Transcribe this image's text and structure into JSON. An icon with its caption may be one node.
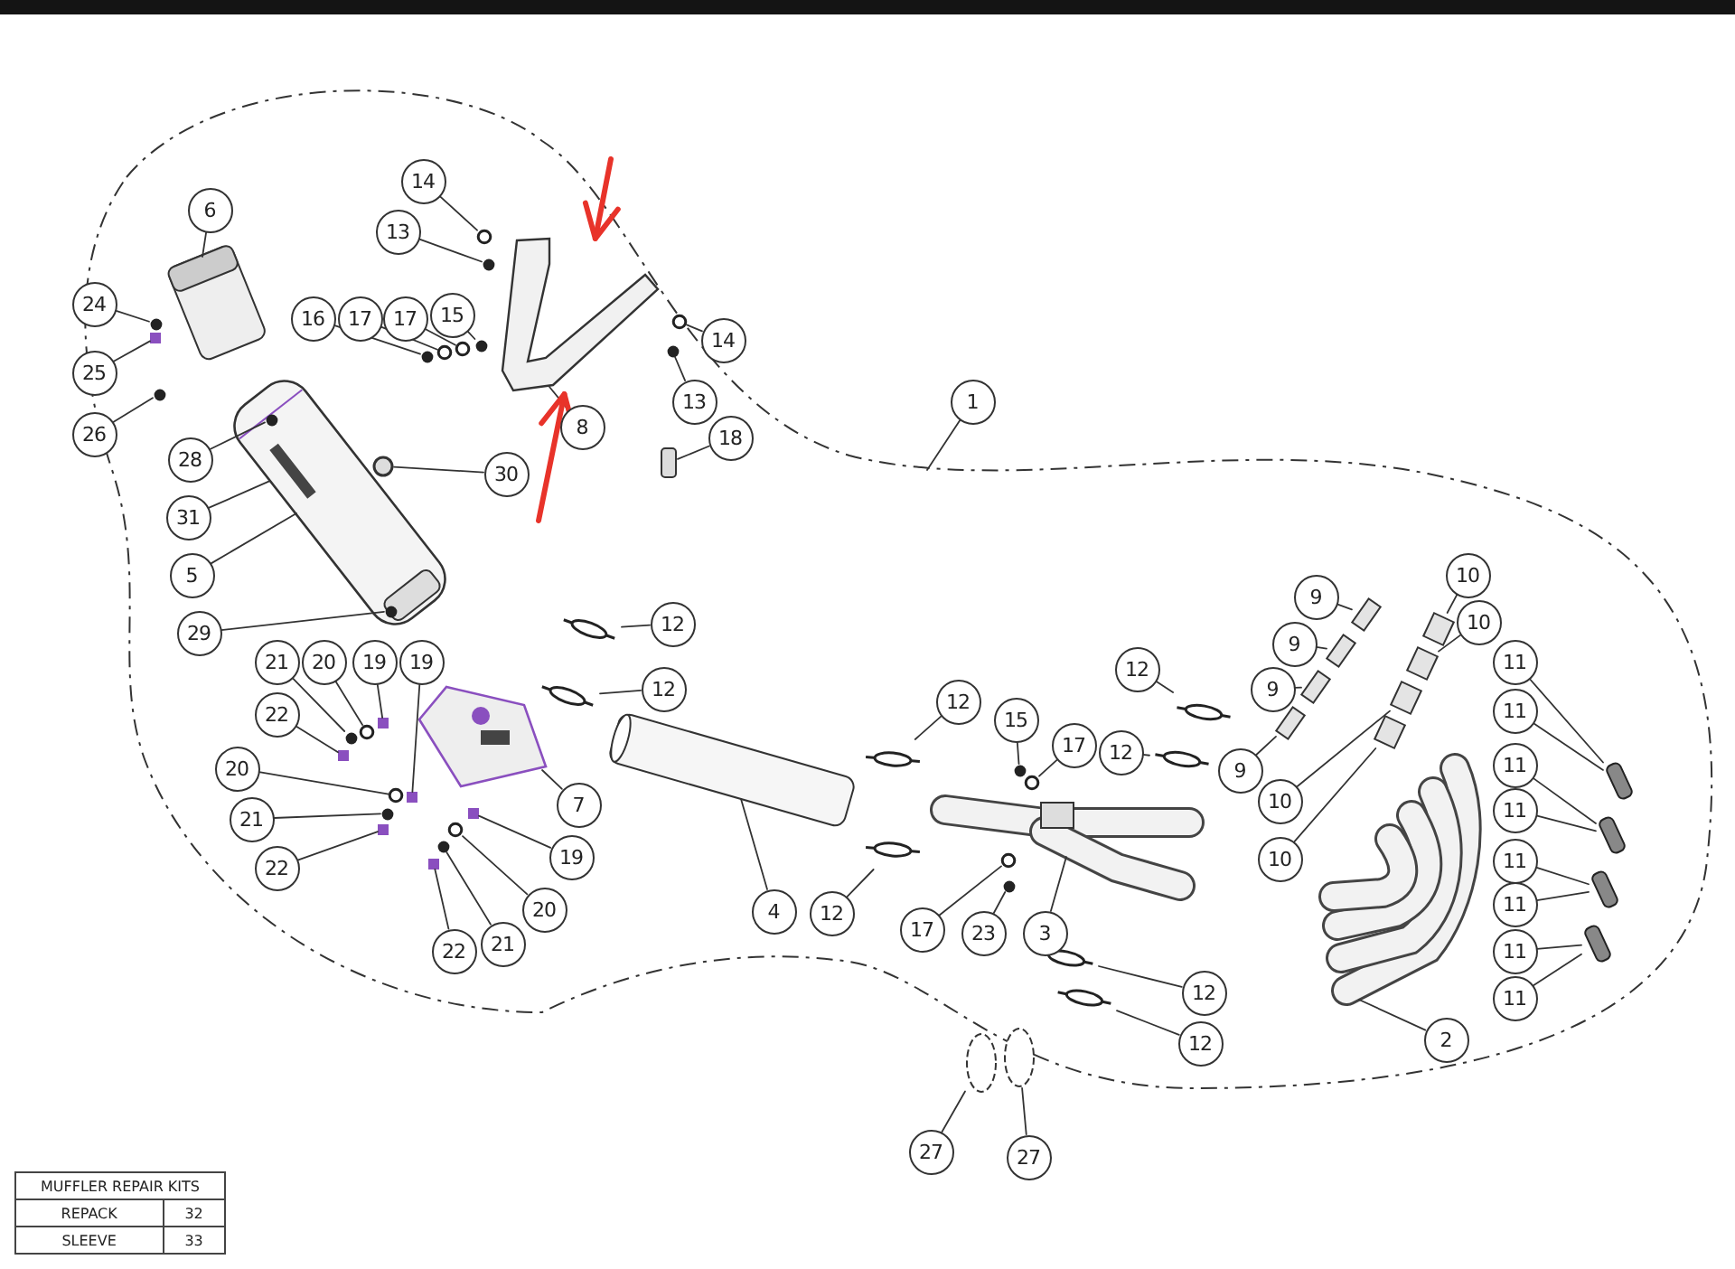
{
  "diagram": {
    "nodes": [
      {
        "text": [
          "14"
        ]
      },
      {
        "text": [
          "6"
        ]
      },
      {
        "text": [
          "13"
        ]
      },
      {
        "text": [
          "24"
        ]
      },
      {
        "text": [
          "16"
        ]
      },
      {
        "text": [
          "17"
        ]
      },
      {
        "text": [
          "17"
        ]
      },
      {
        "text": [
          "15"
        ]
      },
      {
        "text": [
          "14"
        ]
      },
      {
        "text": [
          "25"
        ]
      },
      {
        "text": [
          "13"
        ]
      },
      {
        "text": [
          "1"
        ]
      },
      {
        "text": [
          "8"
        ]
      },
      {
        "text": [
          "26"
        ]
      },
      {
        "text": [
          "18"
        ]
      },
      {
        "text": [
          "28"
        ]
      },
      {
        "text": [
          "30"
        ]
      },
      {
        "text": [
          "31"
        ]
      },
      {
        "text": [
          "5"
        ]
      },
      {
        "text": [
          "29"
        ]
      },
      {
        "text": [
          "9"
        ]
      },
      {
        "text": [
          "10"
        ]
      },
      {
        "text": [
          "12"
        ]
      },
      {
        "text": [
          "9"
        ]
      },
      {
        "text": [
          "10"
        ]
      },
      {
        "text": [
          "21"
        ]
      },
      {
        "text": [
          "20"
        ]
      },
      {
        "text": [
          "19"
        ]
      },
      {
        "text": [
          "19"
        ]
      },
      {
        "text": [
          "12"
        ]
      },
      {
        "text": [
          "9"
        ]
      },
      {
        "text": [
          "12"
        ]
      },
      {
        "text": [
          "22"
        ]
      },
      {
        "text": [
          "12"
        ]
      },
      {
        "text": [
          "15"
        ]
      },
      {
        "text": [
          "9"
        ]
      },
      {
        "text": [
          "11"
        ]
      },
      {
        "text": [
          "11"
        ]
      },
      {
        "text": [
          "12"
        ]
      },
      {
        "text": [
          "17"
        ]
      },
      {
        "text": [
          "11"
        ]
      },
      {
        "text": [
          "20"
        ]
      },
      {
        "text": [
          "10"
        ]
      },
      {
        "text": [
          "7"
        ]
      },
      {
        "text": [
          "11"
        ]
      },
      {
        "text": [
          "21"
        ]
      },
      {
        "text": [
          "19"
        ]
      },
      {
        "text": [
          "10"
        ]
      },
      {
        "text": [
          "11"
        ]
      },
      {
        "text": [
          "22"
        ]
      },
      {
        "text": [
          "11"
        ]
      },
      {
        "text": [
          "20"
        ]
      },
      {
        "text": [
          "4"
        ]
      },
      {
        "text": [
          "12"
        ]
      },
      {
        "text": [
          "17"
        ]
      },
      {
        "text": [
          "23"
        ]
      },
      {
        "text": [
          "3"
        ]
      },
      {
        "text": [
          "21"
        ]
      },
      {
        "text": [
          "22"
        ]
      },
      {
        "text": [
          "11"
        ]
      },
      {
        "text": [
          "11"
        ]
      },
      {
        "text": [
          "12"
        ]
      },
      {
        "text": [
          "2"
        ]
      },
      {
        "text": [
          "12"
        ]
      },
      {
        "text": [
          "27"
        ]
      },
      {
        "text": [
          "27"
        ]
      },
      {
        "text": [],
        "shape": "picture"
      },
      {
        "text": [],
        "shape": "circle"
      },
      {
        "text": [],
        "shape": "picture"
      },
      {
        "text": [],
        "shape": "circle"
      },
      {
        "text": [],
        "shape": "circle"
      },
      {
        "text": [],
        "shape": "circle"
      },
      {
        "text": [],
        "shape": "circle"
      },
      {
        "text": [],
        "shape": "circle"
      },
      {
        "text": [],
        "shape": "circle"
      },
      {
        "text": [],
        "shape": "circle"
      },
      {
        "text": [],
        "shape": "box"
      },
      {
        "text": [],
        "shape": "circle"
      },
      {
        "text": [],
        "shape": "circle"
      },
      {
        "text": [],
        "shape": "box"
      },
      {
        "text": [],
        "shape": "picture"
      },
      {
        "text": [],
        "shape": "circle",
        "in": 80
      },
      {
        "text": [],
        "shape": "circle",
        "in": 80
      },
      {
        "text": [],
        "shape": "box",
        "in": 80
      },
      {
        "text": [],
        "shape": "circle",
        "in": 80
      },
      {
        "text": [],
        "shape": "box"
      },
      {
        "text": [],
        "shape": "box"
      },
      {
        "text": [],
        "shape": "circle"
      },
      {
        "text": [],
        "shape": "box"
      },
      {
        "text": [],
        "shape": "box"
      },
      {
        "text": [],
        "shape": "circle"
      },
      {
        "text": [],
        "shape": "circle"
      },
      {
        "text": [],
        "shape": "box"
      },
      {
        "text": [],
        "shape": "box"
      },
      {
        "text": [],
        "shape": "circle"
      },
      {
        "text": [],
        "shape": "box"
      },
      {
        "text": [],
        "shape": "circle"
      },
      {
        "text": [],
        "shape": "box"
      },
      {
        "text": [],
        "shape": "circle"
      },
      {
        "text": [],
        "shape": "circle"
      },
      {
        "text": [],
        "shape": "box"
      },
      {
        "text": [],
        "shape": "bar"
      },
      {
        "text": [],
        "shape": "circle"
      },
      {
        "text": [],
        "shape": "circle"
      },
      {
        "text": [],
        "shape": "bar"
      },
      {
        "text": [],
        "shape": "circle"
      },
      {
        "text": [],
        "shape": "box"
      },
      {
        "text": [],
        "shape": "picture"
      },
      {
        "text": [],
        "shape": "circle"
      },
      {
        "text": [],
        "shape": "box"
      },
      {
        "text": [],
        "shape": "box"
      },
      {
        "text": [],
        "shape": "bar"
      },
      {
        "text": [],
        "shape": "box"
      },
      {
        "text": [],
        "shape": "circle"
      },
      {
        "text": [],
        "shape": "picture"
      },
      {
        "text": [],
        "shape": "circle"
      },
      {
        "text": [],
        "shape": "picture"
      },
      {
        "text": [],
        "shape": "circle",
        "in": 116
      },
      {
        "text": [],
        "shape": "circle",
        "in": 116
      },
      {
        "text": [],
        "shape": "circle"
      },
      {
        "text": [],
        "shape": "box"
      },
      {
        "text": [],
        "shape": "bar"
      },
      {
        "text": [],
        "shape": "circle"
      },
      {
        "text": [],
        "shape": "picture"
      },
      {
        "text": [],
        "shape": "circle"
      },
      {
        "text": [],
        "shape": "circle"
      },
      {
        "text": [],
        "shape": "circle"
      }
    ],
    "edges": [
      {
        "from": 0,
        "to": 67,
        "arrow": "none"
      },
      {
        "from": 1,
        "to": 68,
        "arrow": "none"
      },
      {
        "from": 2,
        "to": 69,
        "arrow": "none"
      },
      {
        "from": 3,
        "to": 70,
        "arrow": "none"
      },
      {
        "from": 4,
        "to": 71,
        "arrow": "none"
      },
      {
        "from": 5,
        "to": 72,
        "arrow": "none"
      },
      {
        "from": 6,
        "to": 73,
        "arrow": "none"
      },
      {
        "from": 7,
        "to": 74,
        "arrow": "none"
      },
      {
        "from": 8,
        "to": 75,
        "arrow": "none"
      },
      {
        "from": 9,
        "to": 76,
        "arrow": "none"
      },
      {
        "from": 10,
        "to": 77,
        "arrow": "none"
      },
      {
        "from": 11,
        "to": null,
        "arrow": "none"
      },
      {
        "from": 12,
        "to": 66,
        "arrow": "none"
      },
      {
        "from": 13,
        "to": 78,
        "arrow": "none"
      },
      {
        "from": 14,
        "to": 79,
        "arrow": "none"
      },
      {
        "from": 15,
        "to": 81,
        "arrow": "none"
      },
      {
        "from": 16,
        "to": 82,
        "arrow": "none"
      },
      {
        "from": 17,
        "to": 83,
        "arrow": "none"
      },
      {
        "from": 18,
        "to": 80,
        "arrow": "none"
      },
      {
        "from": 19,
        "to": 84,
        "arrow": "none"
      },
      {
        "from": 20,
        "to": 85,
        "arrow": "none"
      },
      {
        "from": 21,
        "to": 86,
        "arrow": "none"
      },
      {
        "from": 22,
        "to": 87,
        "arrow": "none"
      },
      {
        "from": 23,
        "to": 88,
        "arrow": "none"
      },
      {
        "from": 24,
        "to": 89,
        "arrow": "none"
      },
      {
        "from": 25,
        "to": 90,
        "arrow": "none"
      },
      {
        "from": 26,
        "to": 91,
        "arrow": "none"
      },
      {
        "from": 27,
        "to": 92,
        "arrow": "none"
      },
      {
        "from": 28,
        "to": 93,
        "arrow": "none"
      },
      {
        "from": 29,
        "to": 94,
        "arrow": "none"
      },
      {
        "from": 30,
        "to": 95,
        "arrow": "none"
      },
      {
        "from": 31,
        "to": 96,
        "arrow": "none"
      },
      {
        "from": 32,
        "to": 97,
        "arrow": "none"
      },
      {
        "from": 33,
        "to": 98,
        "arrow": "none"
      },
      {
        "from": 34,
        "to": 99,
        "arrow": "none"
      },
      {
        "from": 35,
        "to": 100,
        "arrow": "none"
      },
      {
        "from": 36,
        "to": 101,
        "arrow": "none"
      },
      {
        "from": 37,
        "to": 101,
        "arrow": "none"
      },
      {
        "from": 38,
        "to": 102,
        "arrow": "none"
      },
      {
        "from": 39,
        "to": 103,
        "arrow": "none"
      },
      {
        "from": 40,
        "to": 104,
        "arrow": "none"
      },
      {
        "from": 41,
        "to": 105,
        "arrow": "none"
      },
      {
        "from": 42,
        "to": 106,
        "arrow": "none"
      },
      {
        "from": 43,
        "to": 107,
        "arrow": "none"
      },
      {
        "from": 44,
        "to": 104,
        "arrow": "none"
      },
      {
        "from": 45,
        "to": 108,
        "arrow": "none"
      },
      {
        "from": 46,
        "to": 109,
        "arrow": "none"
      },
      {
        "from": 47,
        "to": 110,
        "arrow": "none"
      },
      {
        "from": 48,
        "to": 111,
        "arrow": "none"
      },
      {
        "from": 49,
        "to": 112,
        "arrow": "none"
      },
      {
        "from": 50,
        "to": 111,
        "arrow": "none"
      },
      {
        "from": 51,
        "to": 113,
        "arrow": "none"
      },
      {
        "from": 52,
        "to": 114,
        "arrow": "none"
      },
      {
        "from": 53,
        "to": 115,
        "arrow": "none"
      },
      {
        "from": 54,
        "to": 117,
        "arrow": "none"
      },
      {
        "from": 55,
        "to": 118,
        "arrow": "none"
      },
      {
        "from": 56,
        "to": 116,
        "arrow": "none"
      },
      {
        "from": 57,
        "to": 119,
        "arrow": "none"
      },
      {
        "from": 58,
        "to": 120,
        "arrow": "none"
      },
      {
        "from": 59,
        "to": 121,
        "arrow": "none"
      },
      {
        "from": 60,
        "to": 121,
        "arrow": "none"
      },
      {
        "from": 61,
        "to": 122,
        "arrow": "none"
      },
      {
        "from": 62,
        "to": 123,
        "arrow": "none"
      },
      {
        "from": 63,
        "to": 124,
        "arrow": "none"
      },
      {
        "from": 64,
        "to": 125,
        "arrow": "none"
      },
      {
        "from": 65,
        "to": 126,
        "arrow": "none"
      },
      {
        "from": null,
        "to": 66,
        "arrow": "to",
        "style": "thick",
        "color": "#e8332a"
      },
      {
        "from": null,
        "to": 66,
        "arrow": "to",
        "style": "thick",
        "color": "#e8332a"
      }
    ],
    "labels": [
      "MUFFLER REPAIR KITS",
      "REPACK",
      "32",
      "SLEEVE",
      "33"
    ]
  }
}
